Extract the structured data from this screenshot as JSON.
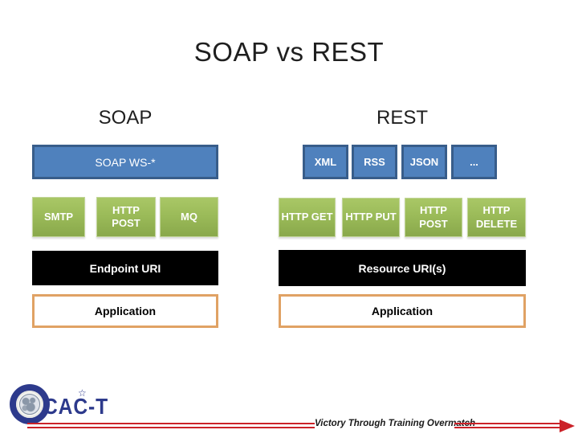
{
  "slide_title": "SOAP vs REST",
  "soap": {
    "header": "SOAP",
    "stack_box": "SOAP WS-*",
    "transports": [
      "SMTP",
      "HTTP POST",
      "MQ"
    ],
    "uri_box": "Endpoint URI",
    "application_box": "Application"
  },
  "rest": {
    "header": "REST",
    "formats": [
      "XML",
      "RSS",
      "JSON",
      "..."
    ],
    "verbs": [
      "HTTP GET",
      "HTTP PUT",
      "HTTP POST",
      "HTTP DELETE"
    ],
    "uri_box": "Resource URI(s)",
    "application_box": "Application"
  },
  "footer": {
    "logo_text": "CAC-T",
    "logo_star": "☆",
    "tagline": "Victory Through Training Overmatch"
  },
  "colors": {
    "box-blue": "#4F81BD",
    "box-blue-border": "#385D8A",
    "box-green": "#9BBB59",
    "box-green-dark": "#89A84B",
    "box-green-border": "#C3D69B",
    "box-black": "#000000",
    "app-border": "#E0A264",
    "line-red": "#CB2229",
    "logo-navy": "#2D3A8C",
    "text-dark": "#1F1F1F"
  }
}
